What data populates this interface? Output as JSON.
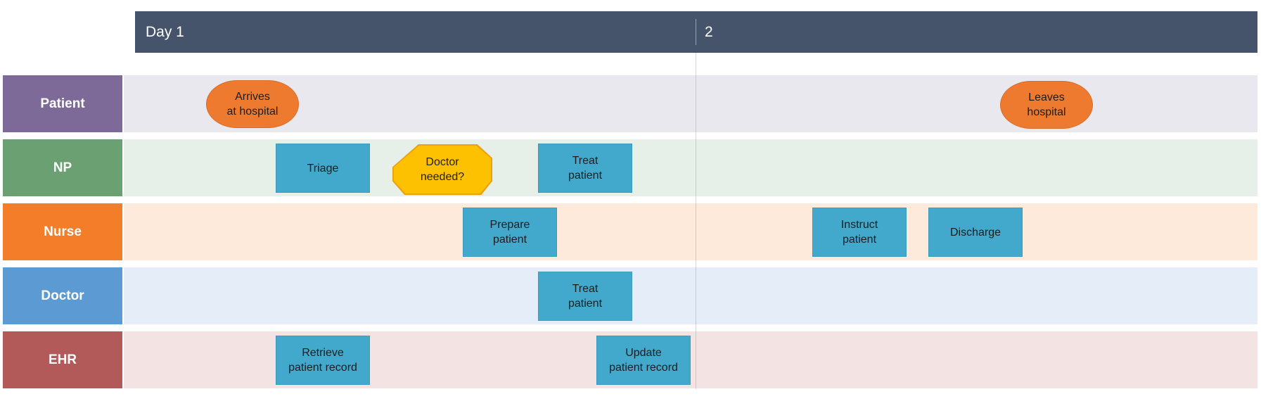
{
  "diagram": {
    "type": "swimlane-process-diagram",
    "header": {
      "day1_label": "Day 1",
      "day2_label": "2",
      "bg_color": "#45546b",
      "text_color": "#ffffff"
    },
    "lanes": [
      {
        "name": "Patient",
        "label_color": "#7e6a98",
        "lane_color": "#eae8ef"
      },
      {
        "name": "NP",
        "label_color": "#6ba172",
        "lane_color": "#e6f0e8"
      },
      {
        "name": "Nurse",
        "label_color": "#f47d2a",
        "lane_color": "#fdeadb"
      },
      {
        "name": "Doctor",
        "label_color": "#5b9ad2",
        "lane_color": "#e4edf8"
      },
      {
        "name": "EHR",
        "label_color": "#b25a5a",
        "lane_color": "#f3e3e3"
      }
    ],
    "shapes": [
      {
        "lane": "Patient",
        "day": 1,
        "type": "start-ellipse",
        "label": "Arrives\nat hospital",
        "fill": "#ed7a2f"
      },
      {
        "lane": "NP",
        "day": 1,
        "type": "task",
        "label": "Triage",
        "fill": "#42a8cc"
      },
      {
        "lane": "NP",
        "day": 1,
        "type": "decision-hexagon",
        "label": "Doctor\nneeded?",
        "fill": "#fec101"
      },
      {
        "lane": "NP",
        "day": 1,
        "type": "task",
        "label": "Treat\npatient",
        "fill": "#42a8cc"
      },
      {
        "lane": "Nurse",
        "day": 1,
        "type": "task",
        "label": "Prepare\npatient",
        "fill": "#42a8cc"
      },
      {
        "lane": "Doctor",
        "day": 1,
        "type": "task",
        "label": "Treat\npatient",
        "fill": "#42a8cc"
      },
      {
        "lane": "EHR",
        "day": 1,
        "type": "task",
        "label": "Retrieve\npatient record",
        "fill": "#42a8cc"
      },
      {
        "lane": "EHR",
        "day": 1,
        "type": "task",
        "label": "Update\npatient record",
        "fill": "#42a8cc"
      },
      {
        "lane": "Nurse",
        "day": 2,
        "type": "task",
        "label": "Instruct\npatient",
        "fill": "#42a8cc"
      },
      {
        "lane": "Nurse",
        "day": 2,
        "type": "task",
        "label": "Discharge",
        "fill": "#42a8cc"
      },
      {
        "lane": "Patient",
        "day": 2,
        "type": "end-ellipse",
        "label": "Leaves\nhospital",
        "fill": "#ed7a2f"
      }
    ]
  }
}
